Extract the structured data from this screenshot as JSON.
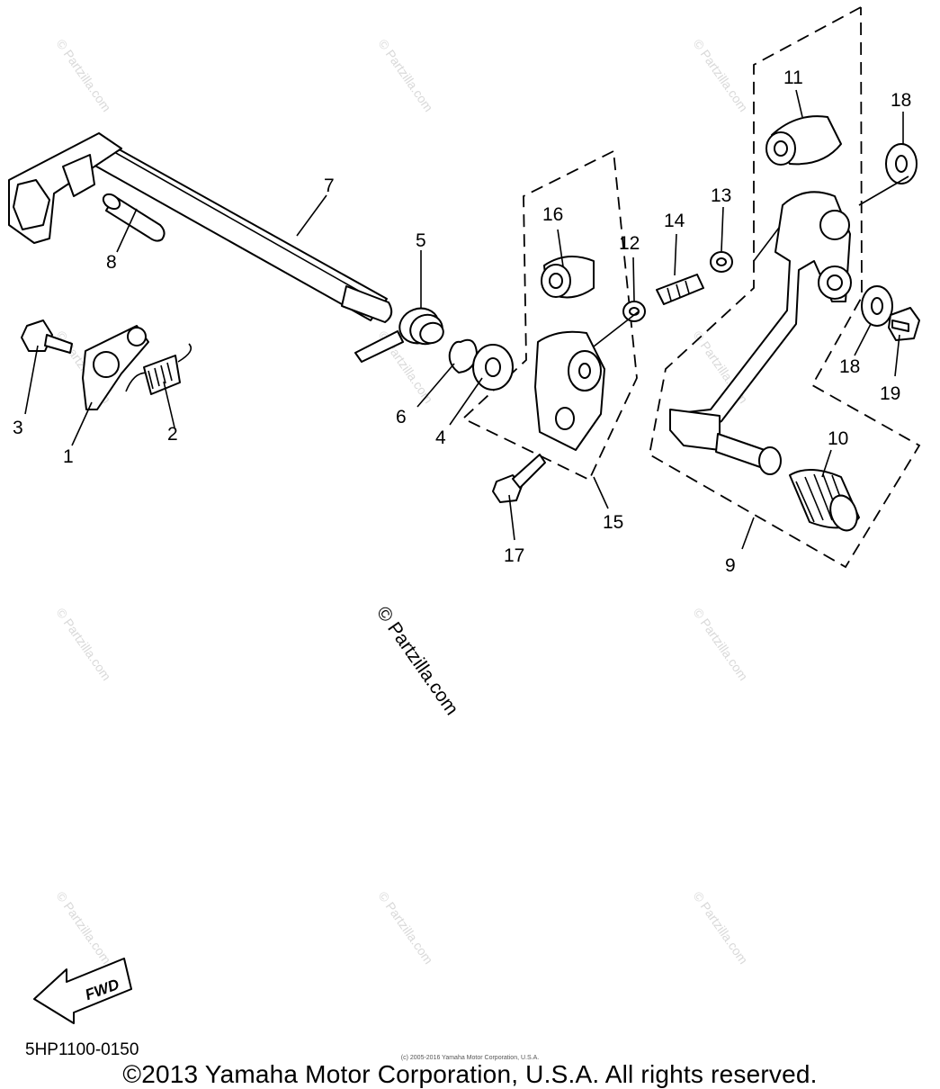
{
  "diagram": {
    "callouts": [
      {
        "id": "1",
        "label": "1"
      },
      {
        "id": "2",
        "label": "2"
      },
      {
        "id": "3",
        "label": "3"
      },
      {
        "id": "4",
        "label": "4"
      },
      {
        "id": "5",
        "label": "5"
      },
      {
        "id": "6",
        "label": "6"
      },
      {
        "id": "7",
        "label": "7"
      },
      {
        "id": "8",
        "label": "8"
      },
      {
        "id": "9",
        "label": "9"
      },
      {
        "id": "10",
        "label": "10"
      },
      {
        "id": "11",
        "label": "11"
      },
      {
        "id": "12",
        "label": "12"
      },
      {
        "id": "13",
        "label": "13"
      },
      {
        "id": "14",
        "label": "14"
      },
      {
        "id": "15",
        "label": "15"
      },
      {
        "id": "16",
        "label": "16"
      },
      {
        "id": "17",
        "label": "17"
      },
      {
        "id": "18a",
        "label": "18"
      },
      {
        "id": "18b",
        "label": "18"
      },
      {
        "id": "19",
        "label": "19"
      }
    ],
    "fwd_label": "FWD",
    "watermark_text": "© Partzilla.com",
    "diagram_code": "5HP1100-0150",
    "small_copyright": "(c) 2005-2016 Yamaha Motor Corporation, U.S.A.",
    "copyright": "©2013 Yamaha Motor Corporation, U.S.A. All rights reserved."
  }
}
